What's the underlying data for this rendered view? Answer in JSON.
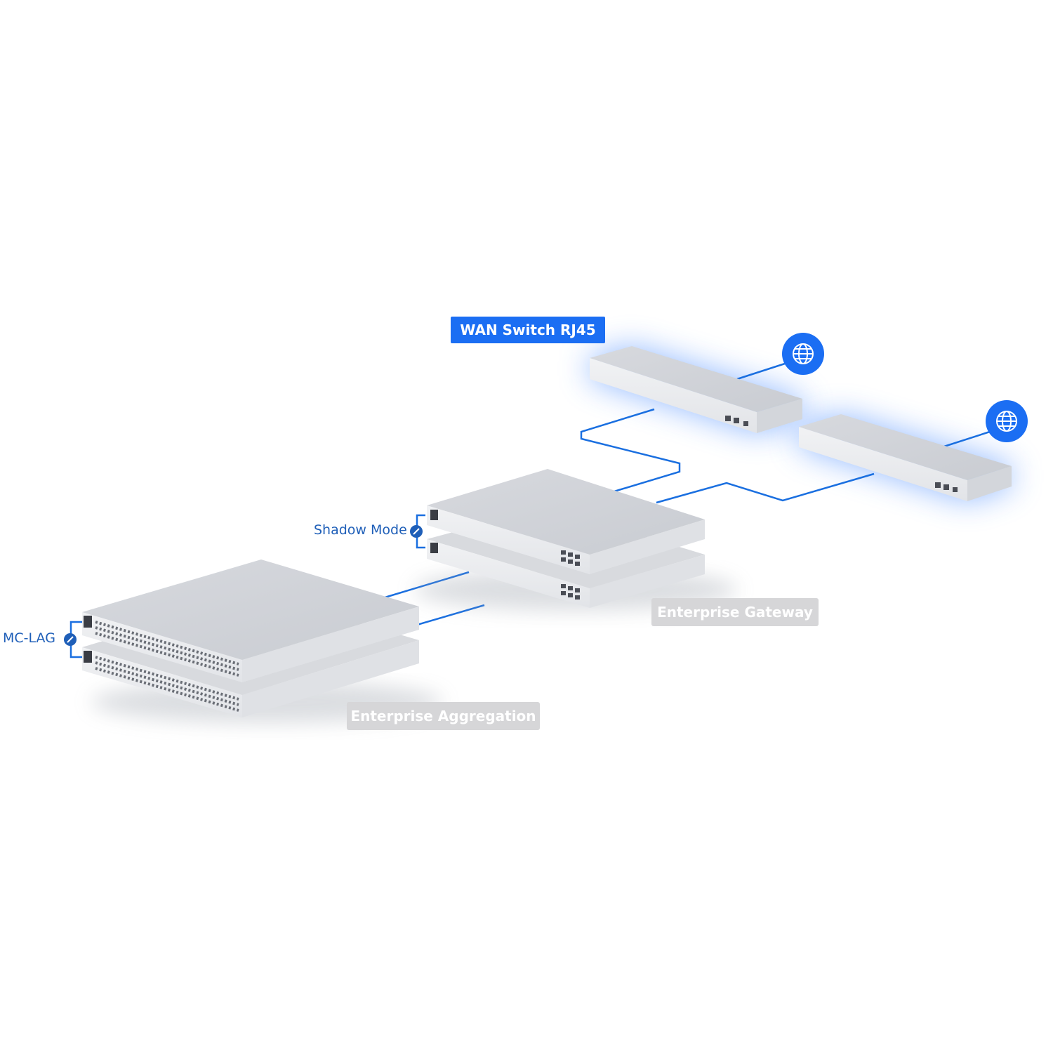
{
  "labels": {
    "wan_switch": "WAN Switch RJ45",
    "shadow_mode": "Shadow Mode",
    "mc_lag": "MC-LAG",
    "enterprise_gateway": "Enterprise Gateway",
    "enterprise_aggregation": "Enterprise Aggregation"
  },
  "colors": {
    "accent": "#1b6ef3",
    "link_line": "#1a6fe0",
    "label_text": "#1f5fb8",
    "tag_grey": "#d6d6d8",
    "device_top": "#dcdde1",
    "device_front": "#eceef1",
    "glow": "#2f7bff"
  },
  "icons": [
    "globe-icon",
    "link-icon"
  ]
}
